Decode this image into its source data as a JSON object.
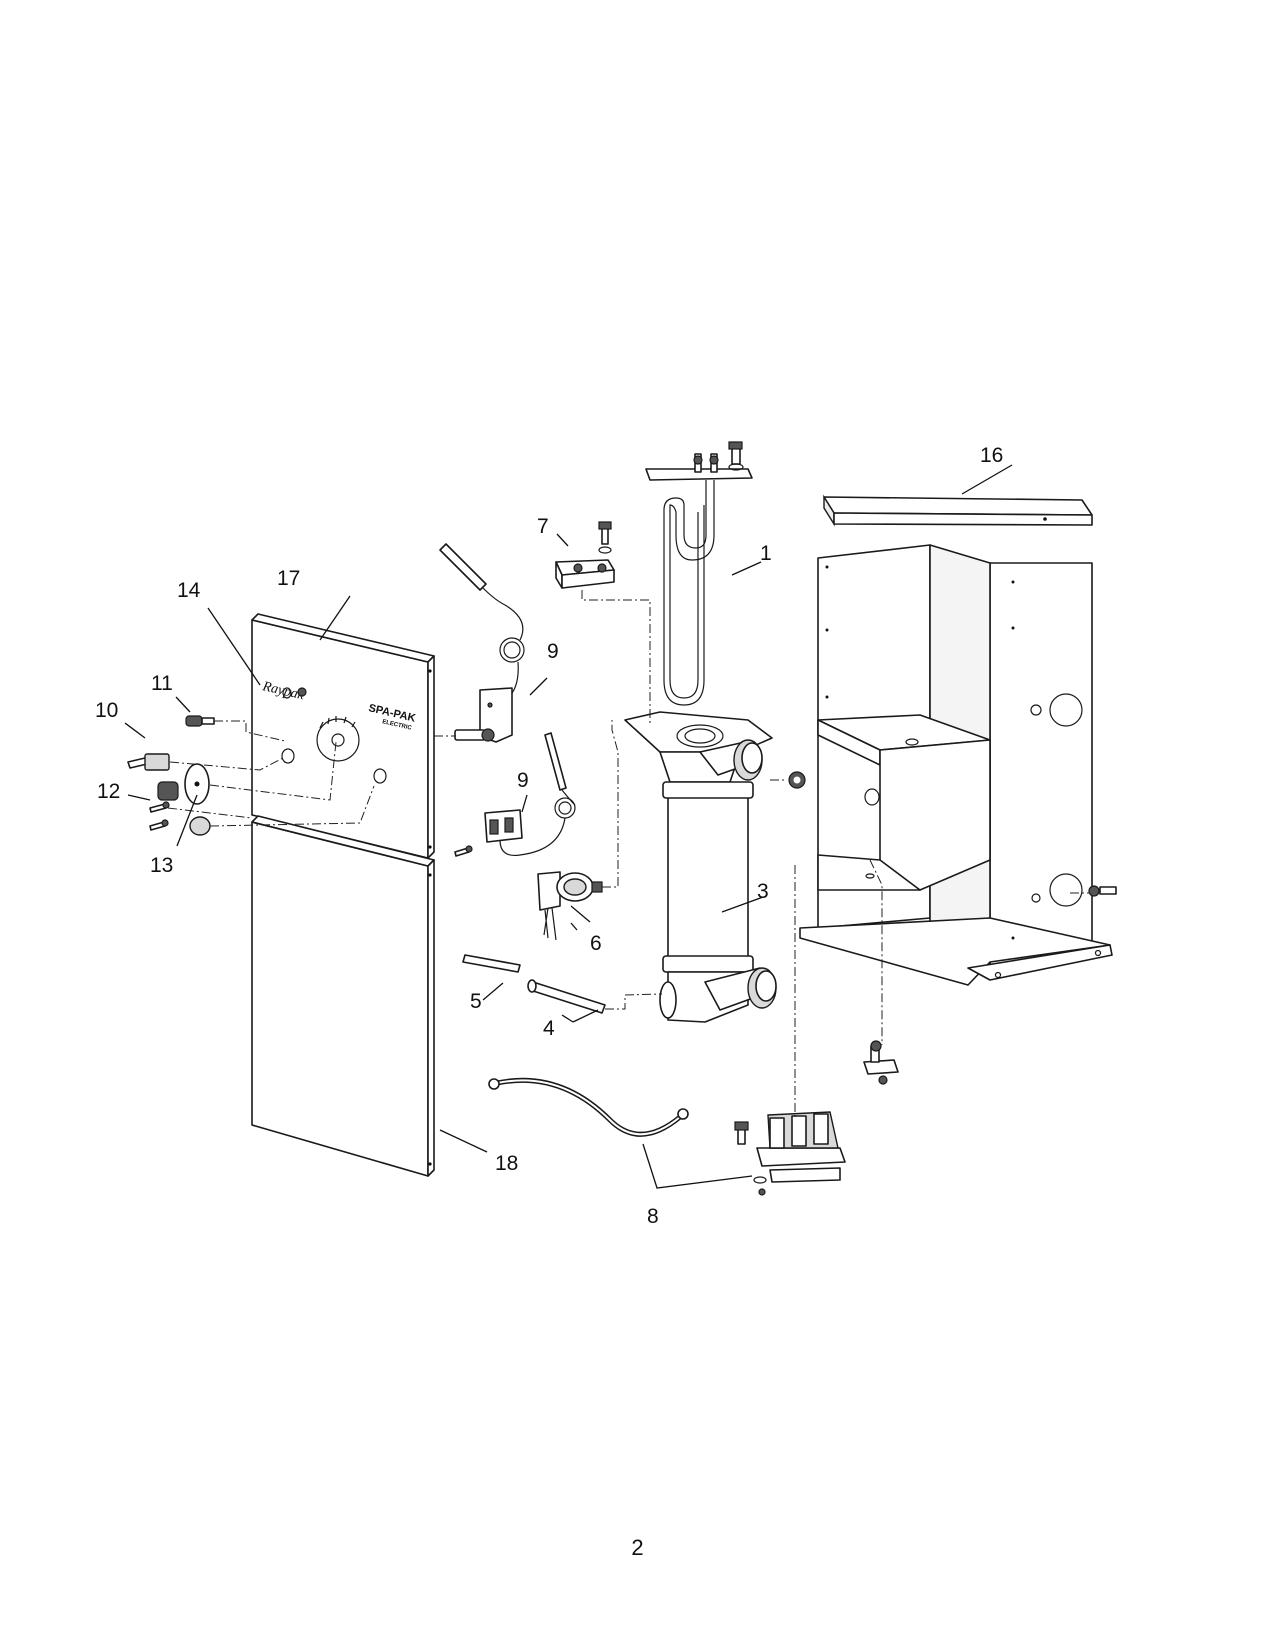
{
  "diagram": {
    "callouts": [
      {
        "id": "c1",
        "text": "1"
      },
      {
        "id": "c3",
        "text": "3"
      },
      {
        "id": "c4",
        "text": "4"
      },
      {
        "id": "c5",
        "text": "5"
      },
      {
        "id": "c6",
        "text": "6"
      },
      {
        "id": "c7",
        "text": "7"
      },
      {
        "id": "c8",
        "text": "8"
      },
      {
        "id": "c9a",
        "text": "9"
      },
      {
        "id": "c9b",
        "text": "9"
      },
      {
        "id": "c10",
        "text": "10"
      },
      {
        "id": "c11",
        "text": "11"
      },
      {
        "id": "c12",
        "text": "12"
      },
      {
        "id": "c13",
        "text": "13"
      },
      {
        "id": "c14",
        "text": "14"
      },
      {
        "id": "c16",
        "text": "16"
      },
      {
        "id": "c17",
        "text": "17"
      },
      {
        "id": "c18",
        "text": "18"
      }
    ],
    "panel_brand": "Raypak",
    "panel_model": "SPA-PAK",
    "panel_model_sub": "ELECTRIC"
  },
  "page": {
    "number": "2"
  }
}
